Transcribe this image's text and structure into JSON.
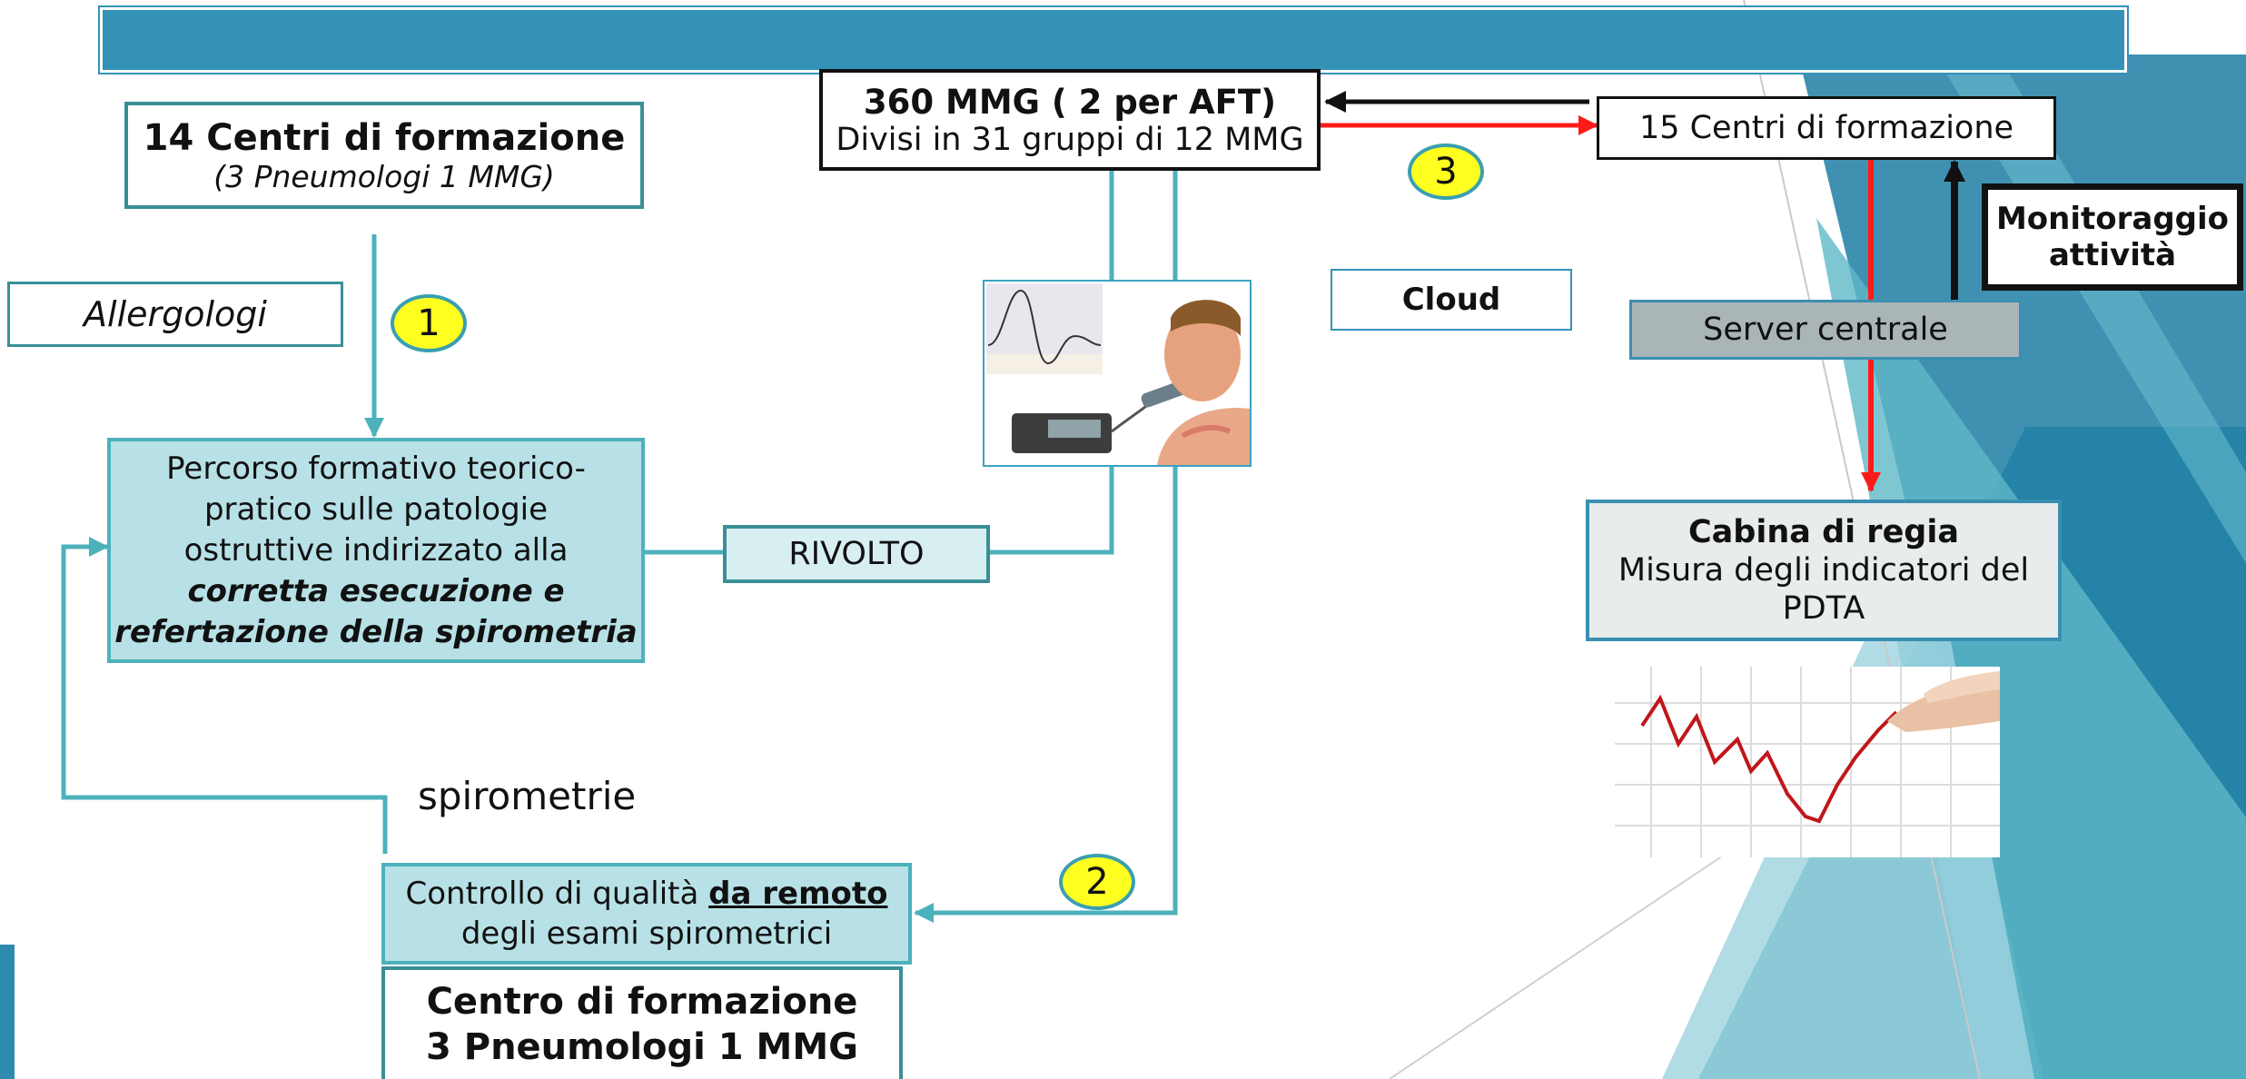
{
  "colors": {
    "banner": "#3492b7",
    "teal_line": "#4db1bc",
    "red_arrow": "#ff1a1a",
    "badge": "#ffff1f",
    "teal_box": "#b7e1e6"
  },
  "centri14": {
    "title": "14 Centri di formazione",
    "sub": "(3 Pneumologi 1 MMG)"
  },
  "allergologi": "Allergologi",
  "badges": {
    "one": "1",
    "two": "2",
    "three": "3"
  },
  "percorso": {
    "l1": "Percorso formativo teorico-",
    "l2": "pratico sulle patologie",
    "l3": "ostruttive indirizzato alla",
    "l4": "corretta esecuzione e",
    "l5": "refertazione della spirometria"
  },
  "rivolto": "RIVOLTO",
  "mmg": {
    "title": "360 MMG ( 2 per AFT)",
    "sub": "Divisi in 31 gruppi di 12 MMG"
  },
  "centri15": "15  Centri di formazione",
  "cloud": "Cloud",
  "monitoraggio": {
    "l1": "Monitoraggio",
    "l2": "attività"
  },
  "server": "Server centrale",
  "cabina": {
    "title": "Cabina di regia",
    "l2": "Misura degli indicatori del",
    "l3": "PDTA"
  },
  "spirometrie": "spirometrie",
  "controllo": {
    "pre": "Controllo di qualità ",
    "under": "da remoto",
    "l2": "degli esami spirometrici"
  },
  "centro": {
    "l1": "Centro di formazione",
    "l2": "3 Pneumologi 1 MMG"
  },
  "images": {
    "spirometry": "spirometry-test-illustration",
    "chart": "hand-drawing-trend-chart"
  }
}
